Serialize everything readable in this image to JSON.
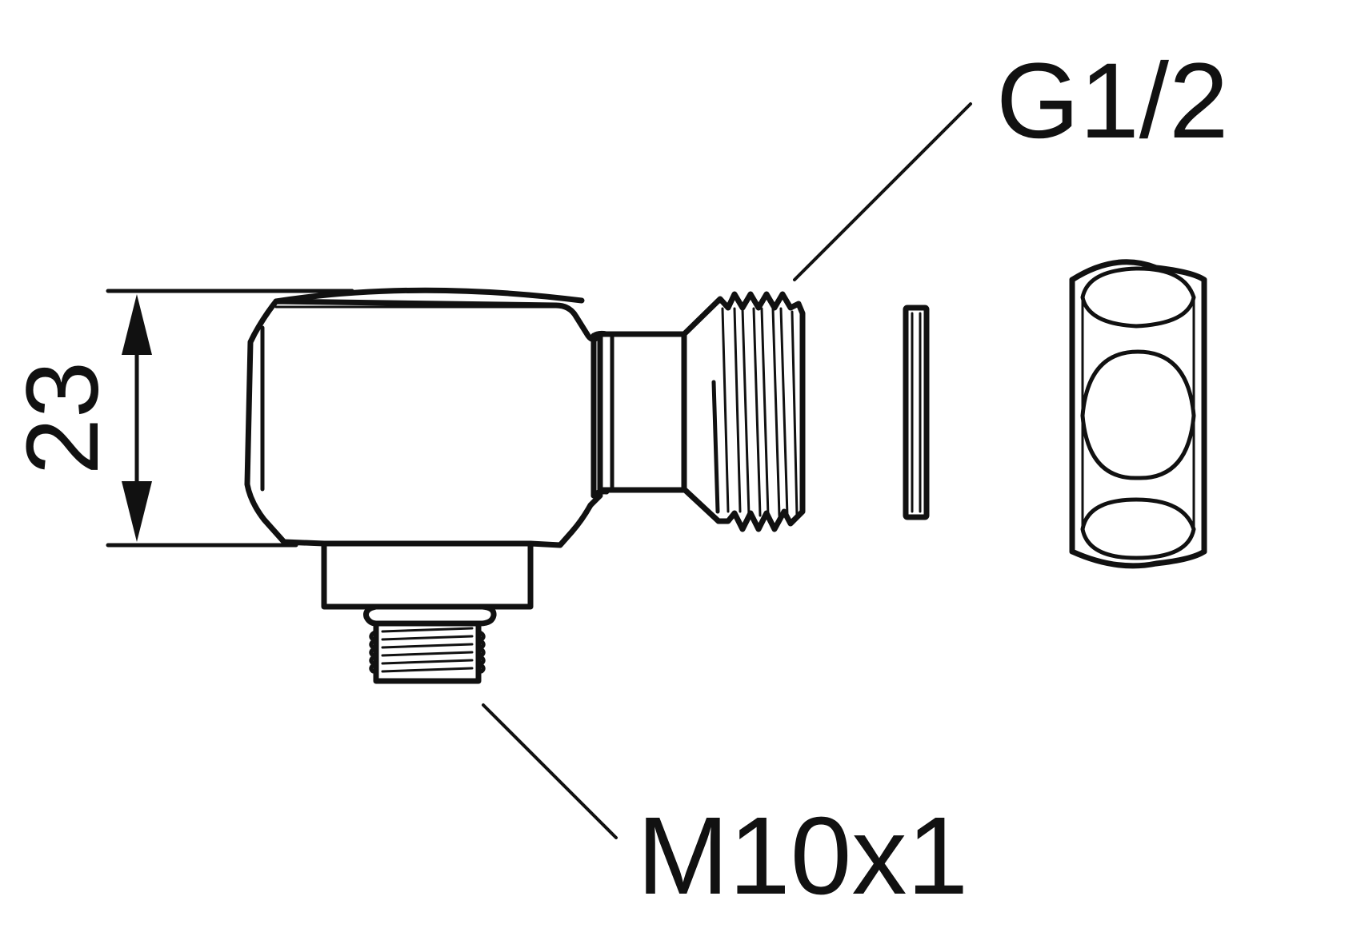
{
  "labels": {
    "thread_main": "G1/2",
    "thread_outlet": "M10x1",
    "dimension_height": "23"
  },
  "colors": {
    "line": "#111111",
    "background": "#ffffff"
  }
}
